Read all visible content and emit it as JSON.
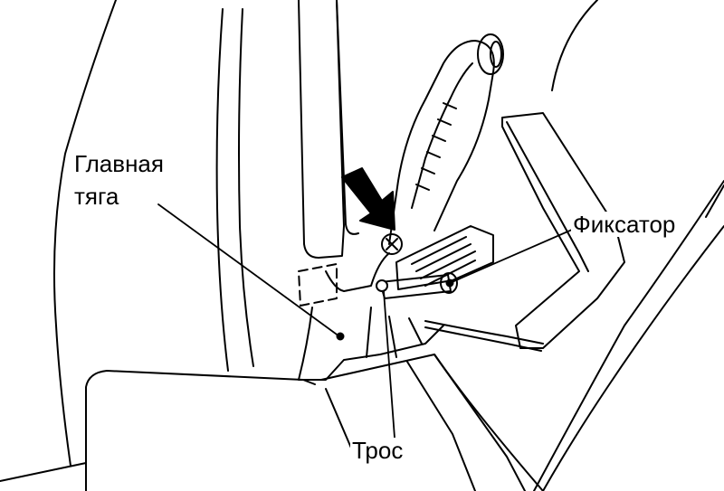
{
  "labels": {
    "main_rod_line1": "Главная",
    "main_rod_line2": "тяга",
    "latch": "Фиксатор",
    "cable": "Трос"
  },
  "colors": {
    "stroke": "#000000",
    "background": "#ffffff"
  }
}
